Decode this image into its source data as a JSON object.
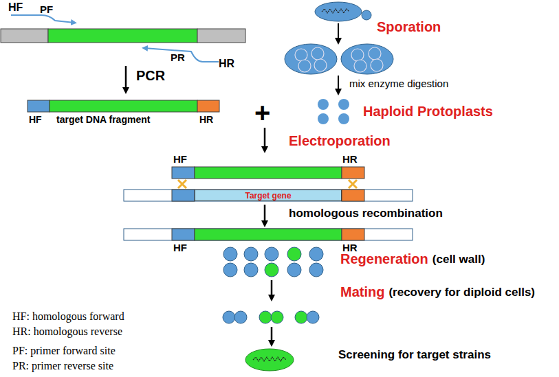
{
  "diagram": {
    "nodes": [
      {
        "text": [
          "Target gene"
        ]
      }
    ],
    "labels": [
      "HF",
      "PF",
      "PR",
      "HR",
      "PCR",
      "HF",
      "target DNA fragment",
      "HR",
      "+",
      "Sporation",
      "mix enzyme digestion",
      "Haploid Protoplasts",
      "Electroporation",
      "HF",
      "HR",
      "homologous recombination",
      "HF",
      "HR",
      "Regeneration",
      "(cell wall)",
      "Mating",
      "(recovery for diploid cells)",
      "HF: homologous forward",
      "HR: homologous reverse",
      "PF: primer forward site",
      "PR: primer reverse site",
      "Screening for target strains"
    ]
  }
}
